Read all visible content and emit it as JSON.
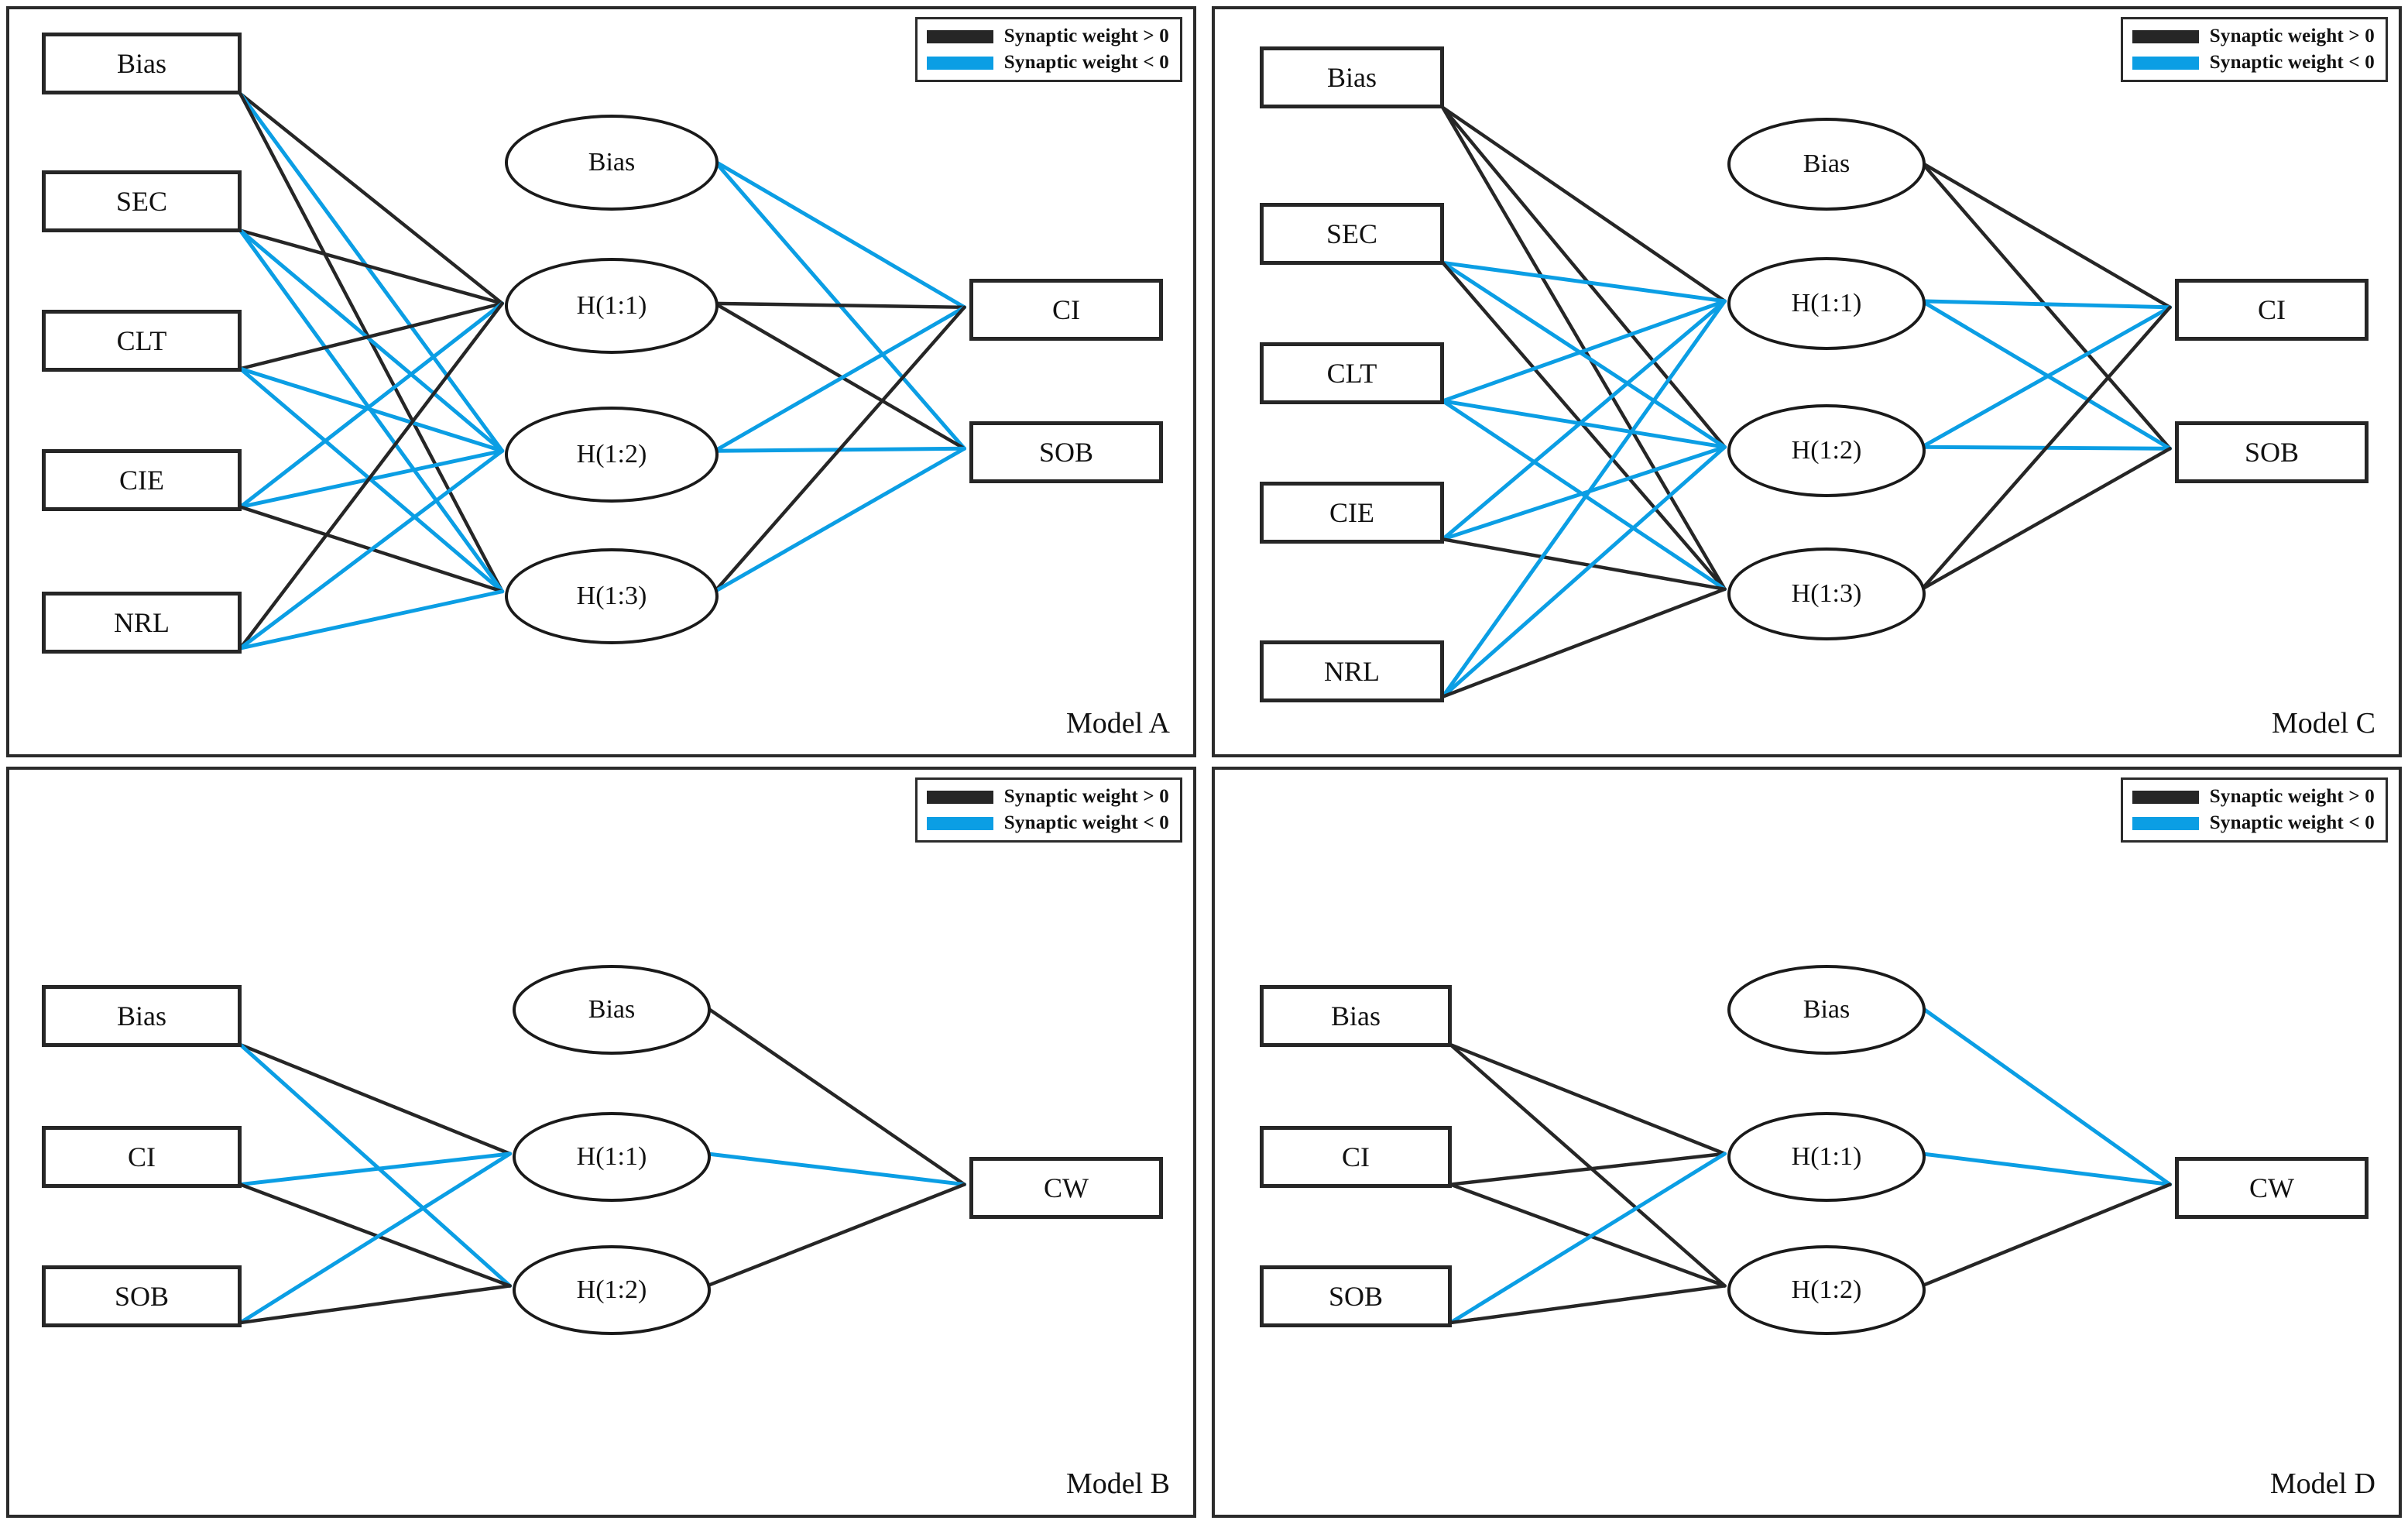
{
  "figure": {
    "colors": {
      "positive_weight": "#262626",
      "negative_weight": "#0b9ee4",
      "panel_border": "#2b2b2b",
      "node_border": "#262626",
      "background": "#ffffff"
    }
  },
  "legend": {
    "positive_label": "Synaptic weight > 0",
    "negative_label": "Synaptic weight < 0",
    "positive_swatch": "#262626",
    "negative_swatch": "#0b9ee4"
  },
  "panels": [
    {
      "id": "A",
      "model_label": "Model A",
      "input_nodes": [
        {
          "label": "Bias"
        },
        {
          "label": "SEC"
        },
        {
          "label": "CLT"
        },
        {
          "label": "CIE"
        },
        {
          "label": "NRL"
        }
      ],
      "hidden_bias": {
        "label": "Bias"
      },
      "hidden_nodes": [
        {
          "label": "H(1:1)"
        },
        {
          "label": "H(1:2)"
        },
        {
          "label": "H(1:3)"
        }
      ],
      "output_nodes": [
        {
          "label": "CI"
        },
        {
          "label": "SOB"
        }
      ],
      "input_to_hidden": [
        {
          "from": "Bias",
          "to": "H(1:1)",
          "sign": "positive"
        },
        {
          "from": "Bias",
          "to": "H(1:2)",
          "sign": "negative"
        },
        {
          "from": "Bias",
          "to": "H(1:3)",
          "sign": "positive"
        },
        {
          "from": "SEC",
          "to": "H(1:1)",
          "sign": "positive"
        },
        {
          "from": "SEC",
          "to": "H(1:2)",
          "sign": "negative"
        },
        {
          "from": "SEC",
          "to": "H(1:3)",
          "sign": "negative"
        },
        {
          "from": "CLT",
          "to": "H(1:1)",
          "sign": "positive"
        },
        {
          "from": "CLT",
          "to": "H(1:2)",
          "sign": "negative"
        },
        {
          "from": "CLT",
          "to": "H(1:3)",
          "sign": "negative"
        },
        {
          "from": "CIE",
          "to": "H(1:1)",
          "sign": "negative"
        },
        {
          "from": "CIE",
          "to": "H(1:2)",
          "sign": "negative"
        },
        {
          "from": "CIE",
          "to": "H(1:3)",
          "sign": "positive"
        },
        {
          "from": "NRL",
          "to": "H(1:1)",
          "sign": "positive"
        },
        {
          "from": "NRL",
          "to": "H(1:2)",
          "sign": "negative"
        },
        {
          "from": "NRL",
          "to": "H(1:3)",
          "sign": "negative"
        }
      ],
      "hidden_to_output": [
        {
          "from": "Bias",
          "to": "CI",
          "sign": "negative"
        },
        {
          "from": "Bias",
          "to": "SOB",
          "sign": "negative"
        },
        {
          "from": "H(1:1)",
          "to": "CI",
          "sign": "positive"
        },
        {
          "from": "H(1:1)",
          "to": "SOB",
          "sign": "positive"
        },
        {
          "from": "H(1:2)",
          "to": "CI",
          "sign": "negative"
        },
        {
          "from": "H(1:2)",
          "to": "SOB",
          "sign": "negative"
        },
        {
          "from": "H(1:3)",
          "to": "CI",
          "sign": "positive"
        },
        {
          "from": "H(1:3)",
          "to": "SOB",
          "sign": "negative"
        }
      ]
    },
    {
      "id": "C",
      "model_label": "Model C",
      "input_nodes": [
        {
          "label": "Bias"
        },
        {
          "label": "SEC"
        },
        {
          "label": "CLT"
        },
        {
          "label": "CIE"
        },
        {
          "label": "NRL"
        }
      ],
      "hidden_bias": {
        "label": "Bias"
      },
      "hidden_nodes": [
        {
          "label": "H(1:1)"
        },
        {
          "label": "H(1:2)"
        },
        {
          "label": "H(1:3)"
        }
      ],
      "output_nodes": [
        {
          "label": "CI"
        },
        {
          "label": "SOB"
        }
      ],
      "input_to_hidden": [
        {
          "from": "Bias",
          "to": "H(1:1)",
          "sign": "positive"
        },
        {
          "from": "Bias",
          "to": "H(1:2)",
          "sign": "positive"
        },
        {
          "from": "Bias",
          "to": "H(1:3)",
          "sign": "positive"
        },
        {
          "from": "SEC",
          "to": "H(1:1)",
          "sign": "negative"
        },
        {
          "from": "SEC",
          "to": "H(1:2)",
          "sign": "negative"
        },
        {
          "from": "SEC",
          "to": "H(1:3)",
          "sign": "positive"
        },
        {
          "from": "CLT",
          "to": "H(1:1)",
          "sign": "negative"
        },
        {
          "from": "CLT",
          "to": "H(1:2)",
          "sign": "negative"
        },
        {
          "from": "CLT",
          "to": "H(1:3)",
          "sign": "negative"
        },
        {
          "from": "CIE",
          "to": "H(1:1)",
          "sign": "negative"
        },
        {
          "from": "CIE",
          "to": "H(1:2)",
          "sign": "negative"
        },
        {
          "from": "CIE",
          "to": "H(1:3)",
          "sign": "positive"
        },
        {
          "from": "NRL",
          "to": "H(1:1)",
          "sign": "negative"
        },
        {
          "from": "NRL",
          "to": "H(1:2)",
          "sign": "negative"
        },
        {
          "from": "NRL",
          "to": "H(1:3)",
          "sign": "positive"
        }
      ],
      "hidden_to_output": [
        {
          "from": "Bias",
          "to": "CI",
          "sign": "positive"
        },
        {
          "from": "Bias",
          "to": "SOB",
          "sign": "positive"
        },
        {
          "from": "H(1:1)",
          "to": "CI",
          "sign": "negative"
        },
        {
          "from": "H(1:1)",
          "to": "SOB",
          "sign": "negative"
        },
        {
          "from": "H(1:2)",
          "to": "CI",
          "sign": "negative"
        },
        {
          "from": "H(1:2)",
          "to": "SOB",
          "sign": "negative"
        },
        {
          "from": "H(1:3)",
          "to": "CI",
          "sign": "positive"
        },
        {
          "from": "H(1:3)",
          "to": "SOB",
          "sign": "positive"
        }
      ]
    },
    {
      "id": "B",
      "model_label": "Model B",
      "input_nodes": [
        {
          "label": "Bias"
        },
        {
          "label": "CI"
        },
        {
          "label": "SOB"
        }
      ],
      "hidden_bias": {
        "label": "Bias"
      },
      "hidden_nodes": [
        {
          "label": "H(1:1)"
        },
        {
          "label": "H(1:2)"
        }
      ],
      "output_nodes": [
        {
          "label": "CW"
        }
      ],
      "input_to_hidden": [
        {
          "from": "Bias",
          "to": "H(1:1)",
          "sign": "positive"
        },
        {
          "from": "Bias",
          "to": "H(1:2)",
          "sign": "negative"
        },
        {
          "from": "CI",
          "to": "H(1:1)",
          "sign": "negative"
        },
        {
          "from": "CI",
          "to": "H(1:2)",
          "sign": "positive"
        },
        {
          "from": "SOB",
          "to": "H(1:1)",
          "sign": "negative"
        },
        {
          "from": "SOB",
          "to": "H(1:2)",
          "sign": "positive"
        }
      ],
      "hidden_to_output": [
        {
          "from": "Bias",
          "to": "CW",
          "sign": "positive"
        },
        {
          "from": "H(1:1)",
          "to": "CW",
          "sign": "negative"
        },
        {
          "from": "H(1:2)",
          "to": "CW",
          "sign": "positive"
        }
      ]
    },
    {
      "id": "D",
      "model_label": "Model D",
      "input_nodes": [
        {
          "label": "Bias"
        },
        {
          "label": "CI"
        },
        {
          "label": "SOB"
        }
      ],
      "hidden_bias": {
        "label": "Bias"
      },
      "hidden_nodes": [
        {
          "label": "H(1:1)"
        },
        {
          "label": "H(1:2)"
        }
      ],
      "output_nodes": [
        {
          "label": "CW"
        }
      ],
      "input_to_hidden": [
        {
          "from": "Bias",
          "to": "H(1:1)",
          "sign": "positive"
        },
        {
          "from": "Bias",
          "to": "H(1:2)",
          "sign": "positive"
        },
        {
          "from": "CI",
          "to": "H(1:1)",
          "sign": "positive"
        },
        {
          "from": "CI",
          "to": "H(1:2)",
          "sign": "positive"
        },
        {
          "from": "SOB",
          "to": "H(1:1)",
          "sign": "negative"
        },
        {
          "from": "SOB",
          "to": "H(1:2)",
          "sign": "positive"
        }
      ],
      "hidden_to_output": [
        {
          "from": "Bias",
          "to": "CW",
          "sign": "negative"
        },
        {
          "from": "H(1:1)",
          "to": "CW",
          "sign": "negative"
        },
        {
          "from": "H(1:2)",
          "to": "CW",
          "sign": "positive"
        }
      ]
    }
  ]
}
